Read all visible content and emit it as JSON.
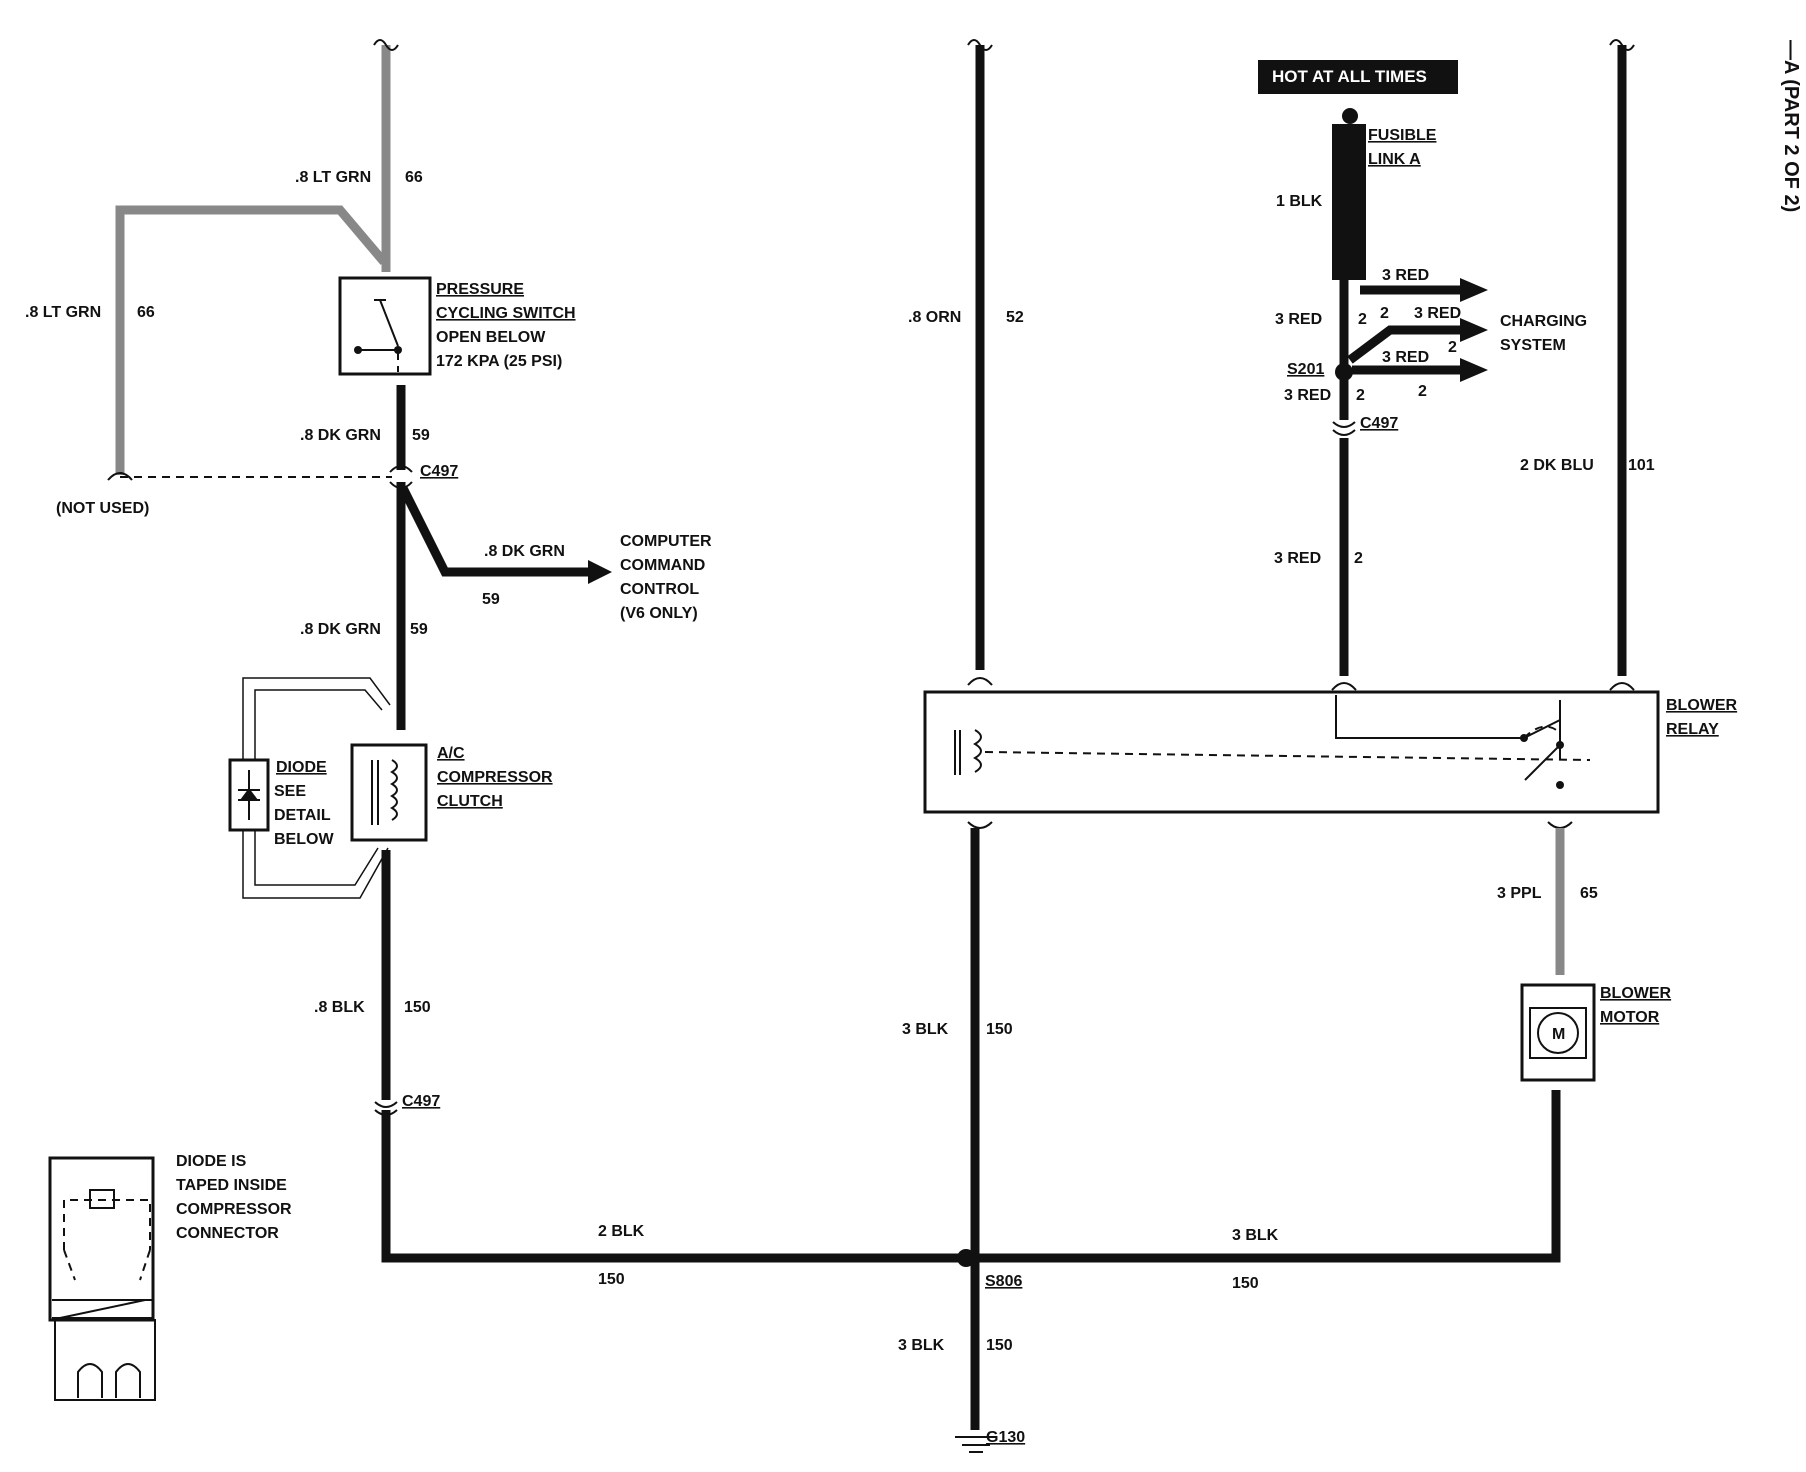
{
  "side_label": "—A (PART 2 OF 2)",
  "banner": "HOT AT ALL TIMES",
  "fusible_link": [
    "FUSIBLE",
    "LINK A"
  ],
  "wires": {
    "lt_grn_top": ".8 LT GRN",
    "lt_grn_top_num": "66",
    "lt_grn_left": ".8 LT GRN",
    "lt_grn_left_num": "66",
    "dk_grn_1": ".8 DK GRN",
    "dk_grn_1_num": "59",
    "dk_grn_branch": ".8 DK GRN",
    "dk_grn_branch_num": "59",
    "dk_grn_2": ".8 DK GRN",
    "dk_grn_2_num": "59",
    "blk_left": ".8 BLK",
    "blk_left_num": "150",
    "blk_bottom_left": "2 BLK",
    "blk_bottom_left_num": "150",
    "blk_bottom_right": "3 BLK",
    "blk_bottom_right_num": "150",
    "blk_center": "3 BLK",
    "blk_center_num": "150",
    "blk_ground": "3 BLK",
    "blk_ground_num": "150",
    "orn": ".8 ORN",
    "orn_num": "52",
    "blk_fusible": "1 BLK",
    "red_1": "3 RED",
    "red_1_num": "2",
    "red_out_1": "3 RED",
    "red_out_2": "3 RED",
    "red_out_3": "3 RED",
    "red_out_num_a": "2",
    "red_out_num_b": "2",
    "red_out_num_c": "2",
    "red_s201": "3 RED",
    "red_s201_num": "2",
    "red_lower": "3 RED",
    "red_lower_num": "2",
    "dk_blu": "2 DK BLU",
    "dk_blu_num": "101",
    "ppl": "3 PPL",
    "ppl_num": "65"
  },
  "components": {
    "pressure_switch": [
      "PRESSURE",
      "CYCLING SWITCH",
      "OPEN BELOW",
      "172 KPA (25 PSI)"
    ],
    "not_used": "(NOT USED)",
    "computer": [
      "COMPUTER",
      "COMMAND",
      "CONTROL",
      "(V6 ONLY)"
    ],
    "diode": [
      "DIODE",
      "SEE",
      "DETAIL",
      "BELOW"
    ],
    "clutch": [
      "A/C",
      "COMPRESSOR",
      "CLUTCH"
    ],
    "diode_note": [
      "DIODE IS",
      "TAPED INSIDE",
      "COMPRESSOR",
      "CONNECTOR"
    ],
    "charging": [
      "CHARGING",
      "SYSTEM"
    ],
    "blower_relay": [
      "BLOWER",
      "RELAY"
    ],
    "blower_motor": [
      "BLOWER",
      "MOTOR"
    ],
    "motor_symbol": "M"
  },
  "connectors": {
    "c497_a": "C497",
    "c497_b": "C497",
    "c497_c": "C497",
    "s201": "S201",
    "s806": "S806",
    "g130": "G130"
  }
}
